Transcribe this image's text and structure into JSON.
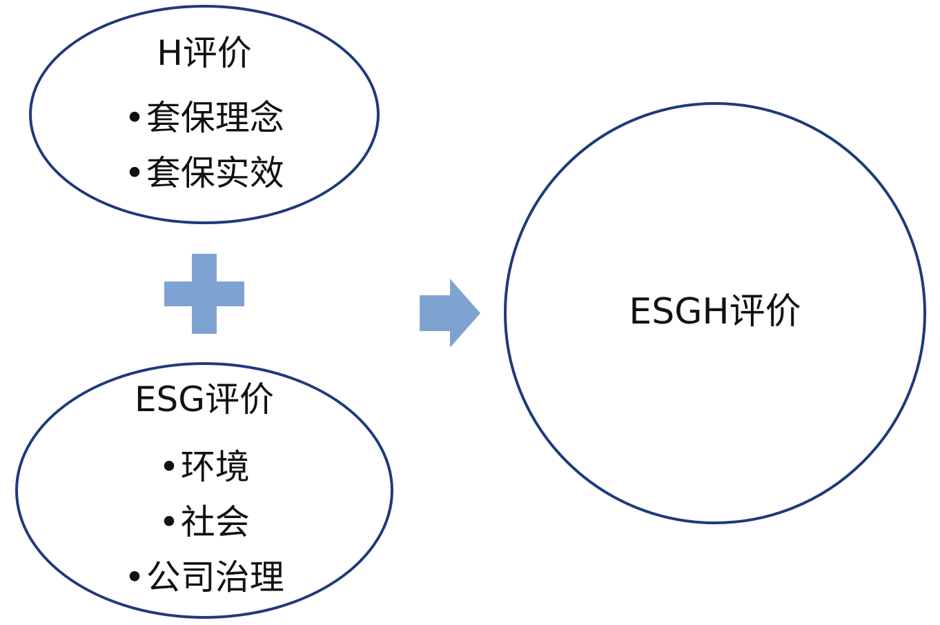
{
  "diagram": {
    "h_evaluation": {
      "title": "H评价",
      "items": [
        "套保理念",
        "套保实效"
      ]
    },
    "esg_evaluation": {
      "title": "ESG评价",
      "items": [
        "环境",
        "社会",
        "公司治理"
      ]
    },
    "result": {
      "title": "ESGH评价"
    },
    "bullet": "•",
    "icons": {
      "plus": "plus-icon",
      "arrow": "arrow-right-icon"
    },
    "colors": {
      "outline": "#1f3a7a",
      "accent": "#7fa3d1"
    }
  }
}
